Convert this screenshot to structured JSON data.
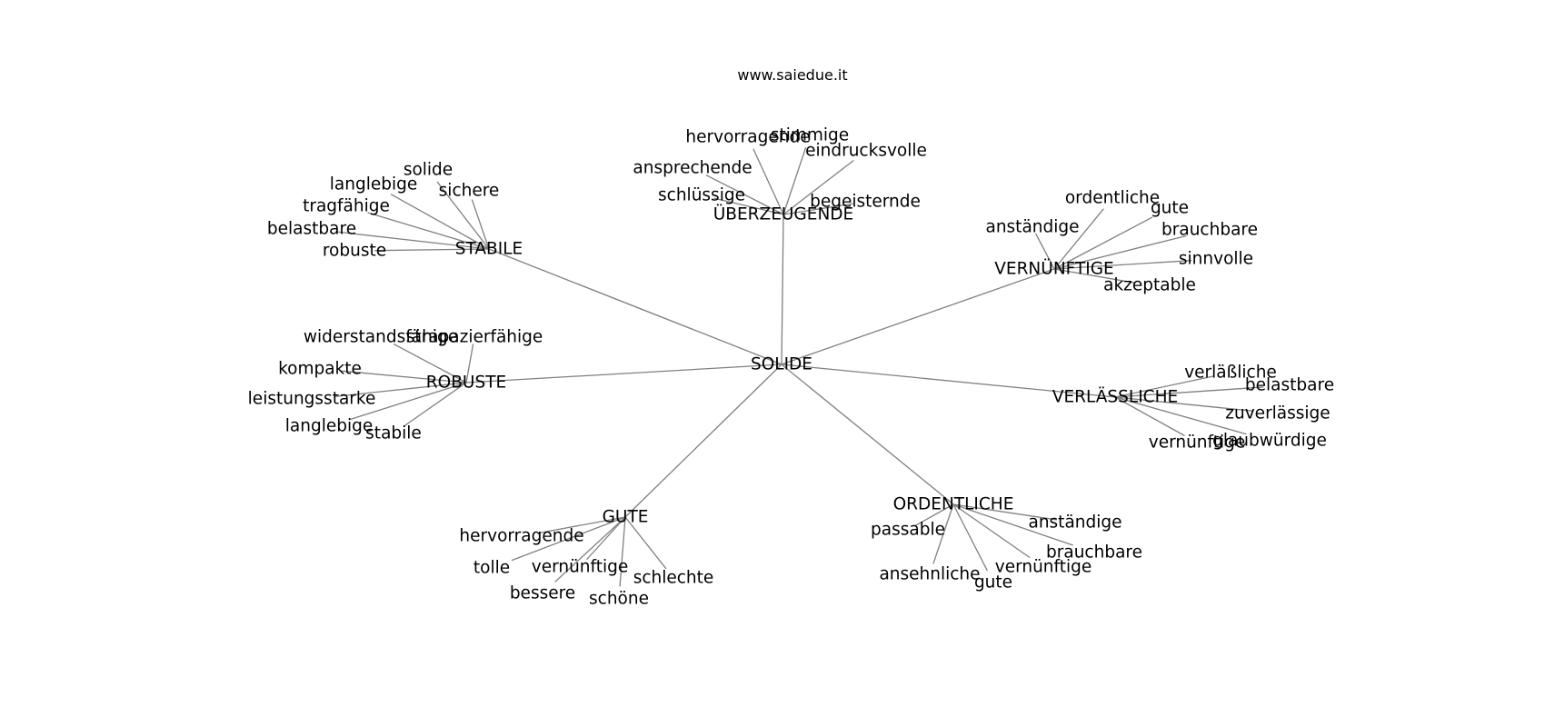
{
  "title": "www.saiedue.it",
  "colors": {
    "edge": "#808080",
    "text": "#000000",
    "background": "#ffffff"
  },
  "graph": {
    "root": "SOLIDE",
    "groups": [
      {
        "hub": "STABILE",
        "leaves": [
          "solide",
          "langlebige",
          "sichere",
          "tragfähige",
          "belastbare",
          "robuste"
        ]
      },
      {
        "hub": "ÜBERZEUGENDE",
        "leaves": [
          "hervorragende",
          "stimmige",
          "eindrucksvolle",
          "ansprechende",
          "schlüssige",
          "begeisternde"
        ]
      },
      {
        "hub": "VERNÜNFTIGE",
        "leaves": [
          "ordentliche",
          "gute",
          "anständige",
          "brauchbare",
          "sinnvolle",
          "akzeptable"
        ]
      },
      {
        "hub": "ROBUSTE",
        "leaves": [
          "widerstandsfähige",
          "strapazierfähige",
          "kompakte",
          "leistungsstarke",
          "langlebige",
          "stabile"
        ]
      },
      {
        "hub": "VERLÄSSLICHE",
        "leaves": [
          "verläßliche",
          "belastbare",
          "zuverlässige",
          "vernünftige",
          "glaubwürdige"
        ]
      },
      {
        "hub": "GUTE",
        "leaves": [
          "hervorragende",
          "tolle",
          "vernünftige",
          "schlechte",
          "bessere",
          "schöne"
        ]
      },
      {
        "hub": "ORDENTLICHE",
        "leaves": [
          "passable",
          "anständige",
          "brauchbare",
          "ansehnliche",
          "vernünftige",
          "gute"
        ]
      }
    ]
  }
}
